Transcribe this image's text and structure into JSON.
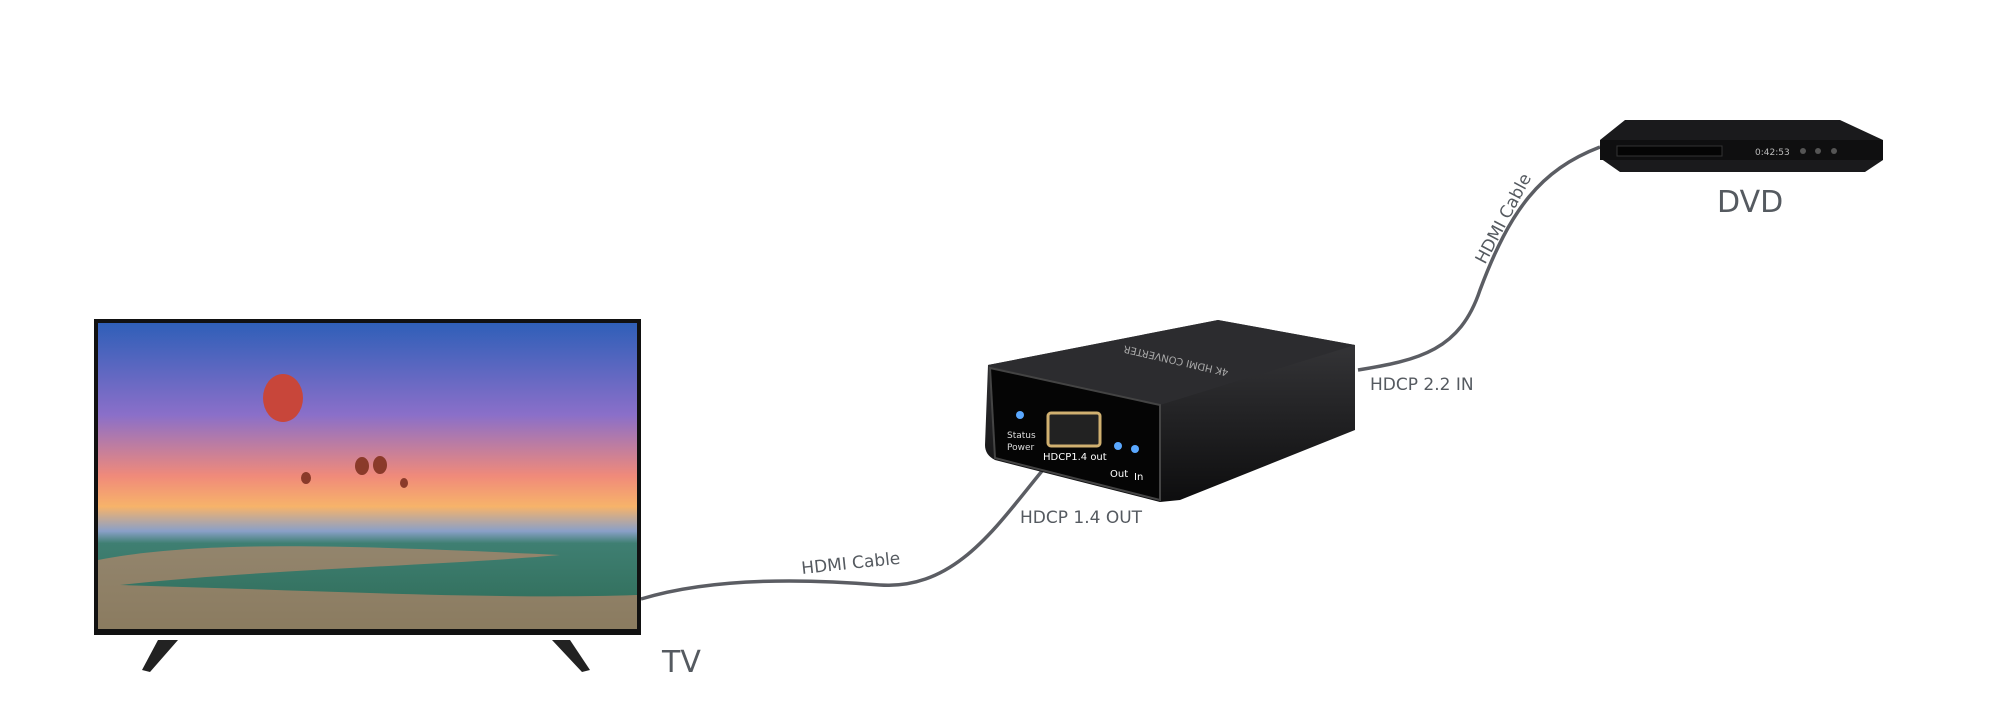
{
  "devices": {
    "tv": {
      "label": "TV"
    },
    "dvd": {
      "label": "DVD"
    },
    "converter": {
      "port_out_label": "HDCP1.4 out",
      "status_label": "Status",
      "power_label": "Power",
      "out_label": "Out",
      "in_label": "In",
      "brand_text": "4K HDMI CONVERTER"
    }
  },
  "connections": {
    "tv_cable_label": "HDMI Cable",
    "converter_out_label": "HDCP 1.4 OUT",
    "converter_in_label": "HDCP 2.2 IN",
    "dvd_cable_label": "HDMI Cable"
  },
  "dvd_display": "0:42:53",
  "colors": {
    "cable": "#5b5d63",
    "label": "#555a60",
    "device": "#1a1a1c"
  }
}
